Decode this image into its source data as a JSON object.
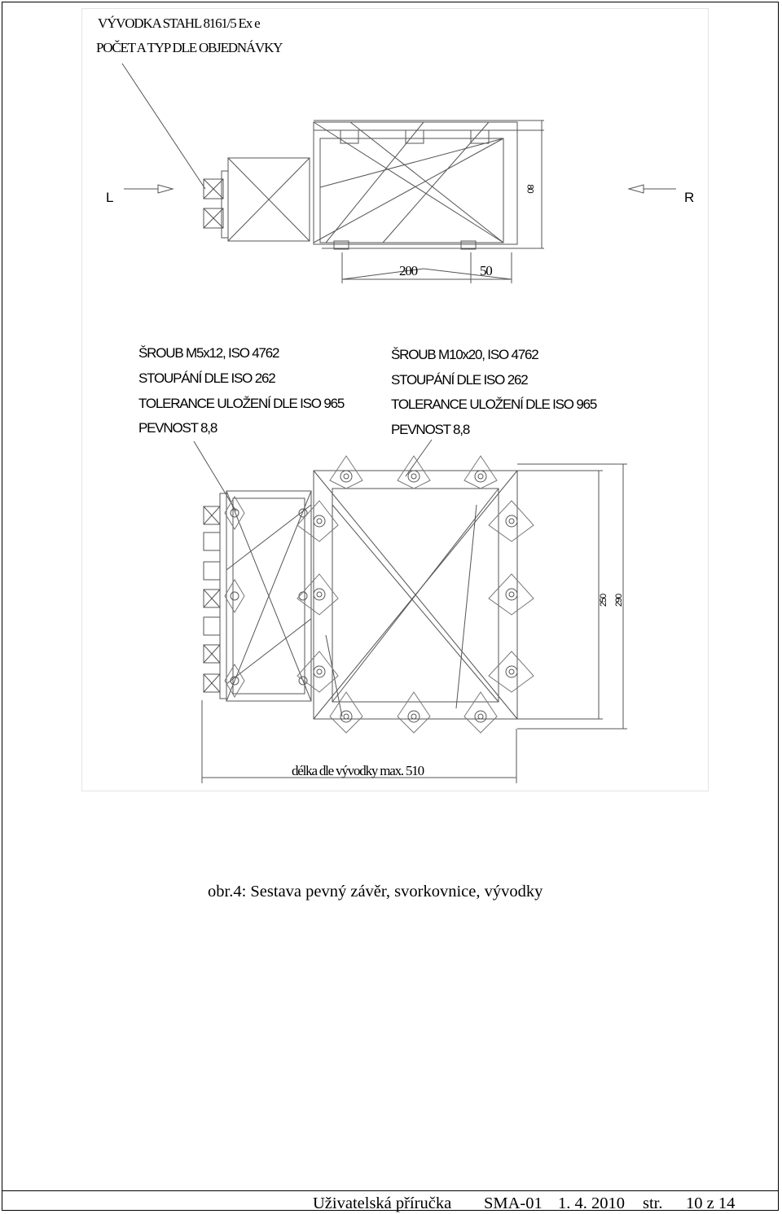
{
  "drawing": {
    "callout_top": [
      "VÝVODKA STAHL 8161/5 Ex e",
      "POČET A TYP DLE OBJEDNÁVKY"
    ],
    "side_left": "L",
    "side_right": "R",
    "dim_200": "200",
    "dim_50": "50",
    "dim_height_top": "80",
    "screw_small": [
      "ŠROUB M5x12, ISO 4762",
      "STOUPÁNÍ DLE ISO 262",
      "TOLERANCE ULOŽENÍ DLE ISO 965",
      "PEVNOST 8,8"
    ],
    "screw_large": [
      "ŠROUB M10x20, ISO 4762",
      "STOUPÁNÍ DLE ISO 262",
      "TOLERANCE ULOŽENÍ DLE ISO 965",
      "PEVNOST 8,8"
    ],
    "dim_vertical_a": "250",
    "dim_vertical_b": "290",
    "length_note": "délka dle vývodky max. 510"
  },
  "caption": "obr.4: Sestava pevný závěr, svorkovnice, vývodky",
  "footer": {
    "title": "Uživatelská příručka",
    "product": "SMA-01",
    "date": "1. 4. 2010",
    "page_label": "str.",
    "page": "10 z 14"
  }
}
